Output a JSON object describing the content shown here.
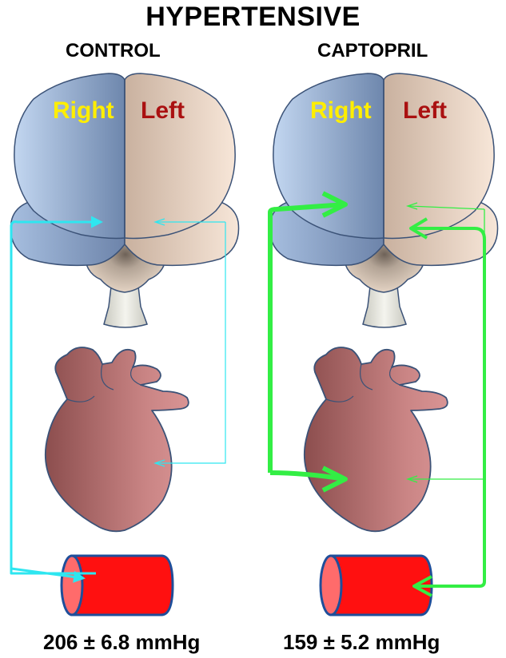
{
  "title": "HYPERTENSIVE",
  "panels": [
    {
      "label": "CONTROL",
      "right_label": "Right",
      "left_label": "Left",
      "pressure": "206 ± 6.8 mmHg",
      "arrow_color": "#2ee6f0"
    },
    {
      "label": "CAPTOPRIL",
      "right_label": "Right",
      "left_label": "Left",
      "pressure": "159 ± 5.2 mmHg",
      "arrow_color": "#33ee44"
    }
  ],
  "colors": {
    "right_hemisphere": "#7e97bd",
    "left_hemisphere": "#e2cbb8",
    "right_text": "#ffee00",
    "left_text": "#aa1111",
    "heart": "#b06a6a",
    "vessel": "#ff1010",
    "outline": "#3b5277"
  }
}
